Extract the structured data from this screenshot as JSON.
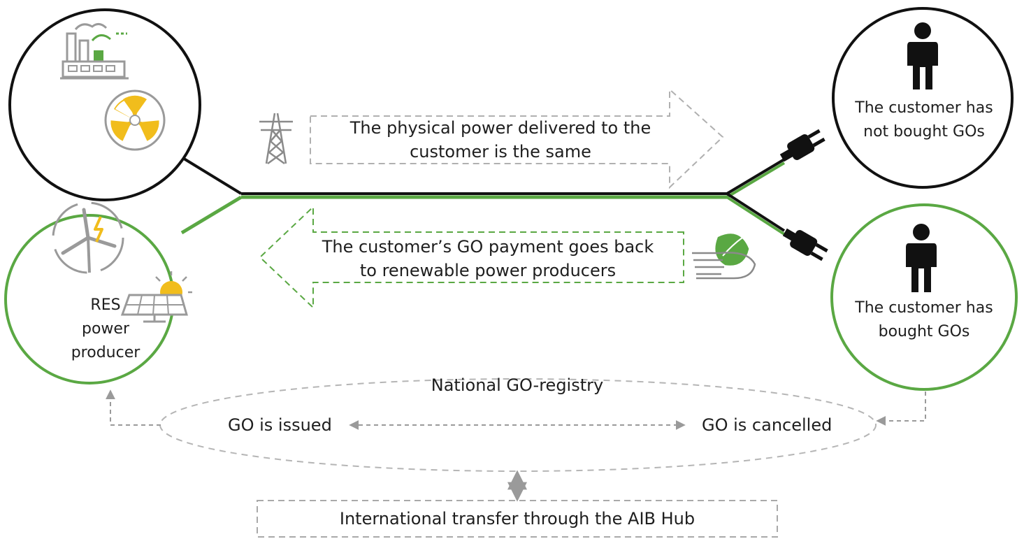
{
  "colors": {
    "green": "#5aa843",
    "dark": "#111111",
    "gray_dash": "#a9a9a9",
    "icon_yellow": "#f1bd1c",
    "icon_gray": "#9a9a9a"
  },
  "icons": [
    "factory-icon",
    "nuclear-icon",
    "transmission-tower-icon",
    "plug-icon",
    "person-icon",
    "wind-turbine-icon",
    "solar-panel-icon",
    "hand-leaf-icon"
  ],
  "diagram": {
    "top_arrow_text": [
      "The physical power delivered to the",
      "customer is the same"
    ],
    "bottom_arrow_text": [
      "The customer’s GO payment goes back",
      "to renewable power producers"
    ],
    "customer_top": [
      "The customer has",
      "not bought GOs"
    ],
    "customer_bottom": [
      "The customer has",
      "bought GOs"
    ],
    "res_producer": [
      "RES",
      "power",
      "producer"
    ],
    "registry": {
      "title": "National GO-registry",
      "issued": "GO is issued",
      "cancelled": "GO is cancelled"
    },
    "hub": "International transfer through the AIB Hub"
  }
}
